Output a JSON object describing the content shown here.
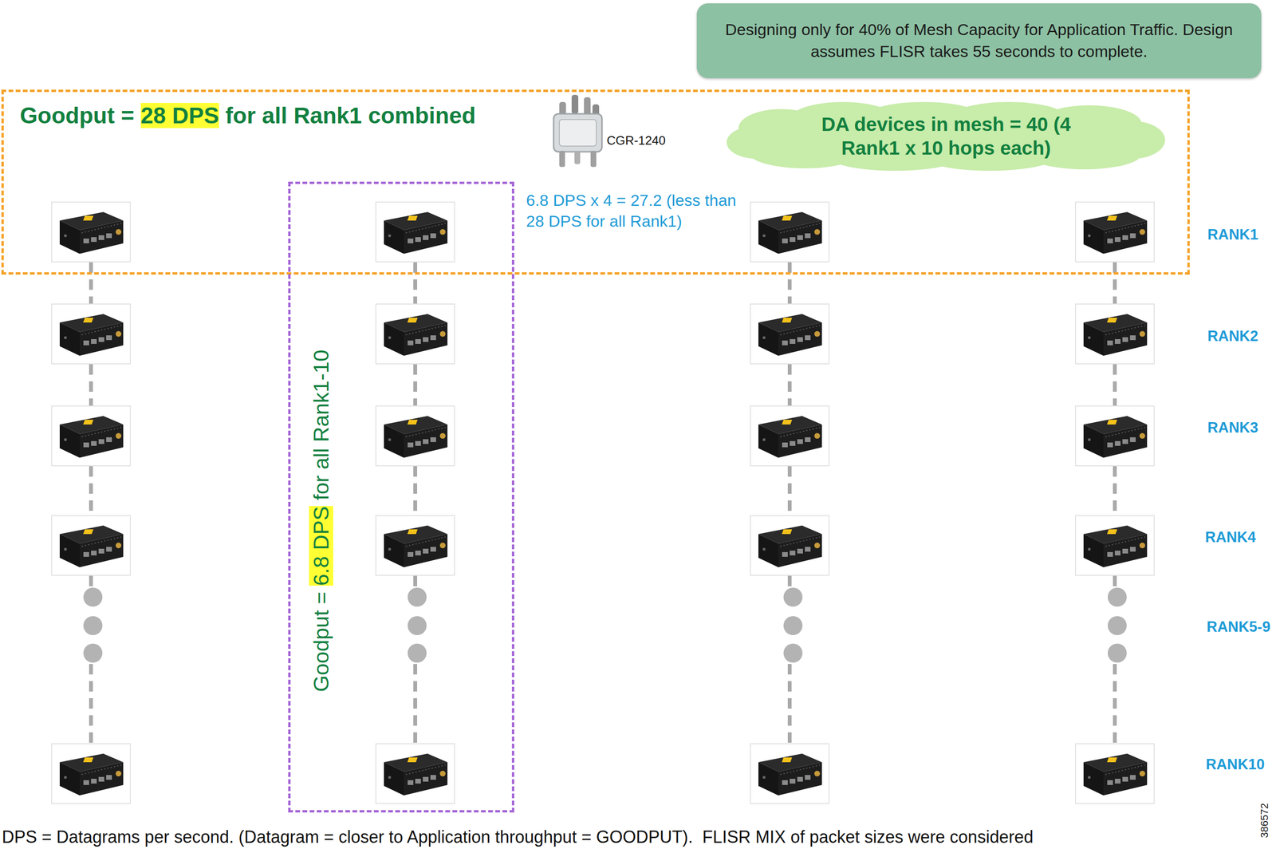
{
  "diagram": {
    "caption": "DPS = Datagrams per second. (Datagram = closer to Application throughput = GOODPUT).  FLISR MIX of packet sizes were considered",
    "nodes": [
      {
        "text": [
          "Designing only for 40% of Mesh Capacity for Application Traffic. Design assumes FLISR takes 55 seconds to complete."
        ]
      },
      {
        "text": [
          "Goodput = 28 DPS for all Rank1 combined"
        ]
      },
      {
        "text": [
          "DA devices in mesh = 40 (4 Rank1 x 10 hops each)"
        ],
        "in": 1
      },
      {
        "text": [
          "Goodput = 6.8 DPS for all Rank1-10"
        ]
      }
    ],
    "labels": [
      "CGR-1240",
      "6.8 DPS x 4 = 27.2 (less than 28 DPS for all Rank1)",
      "RANK1",
      "RANK2",
      "RANK3",
      "RANK4",
      "RANK5-9",
      "RANK10",
      "386572"
    ]
  }
}
